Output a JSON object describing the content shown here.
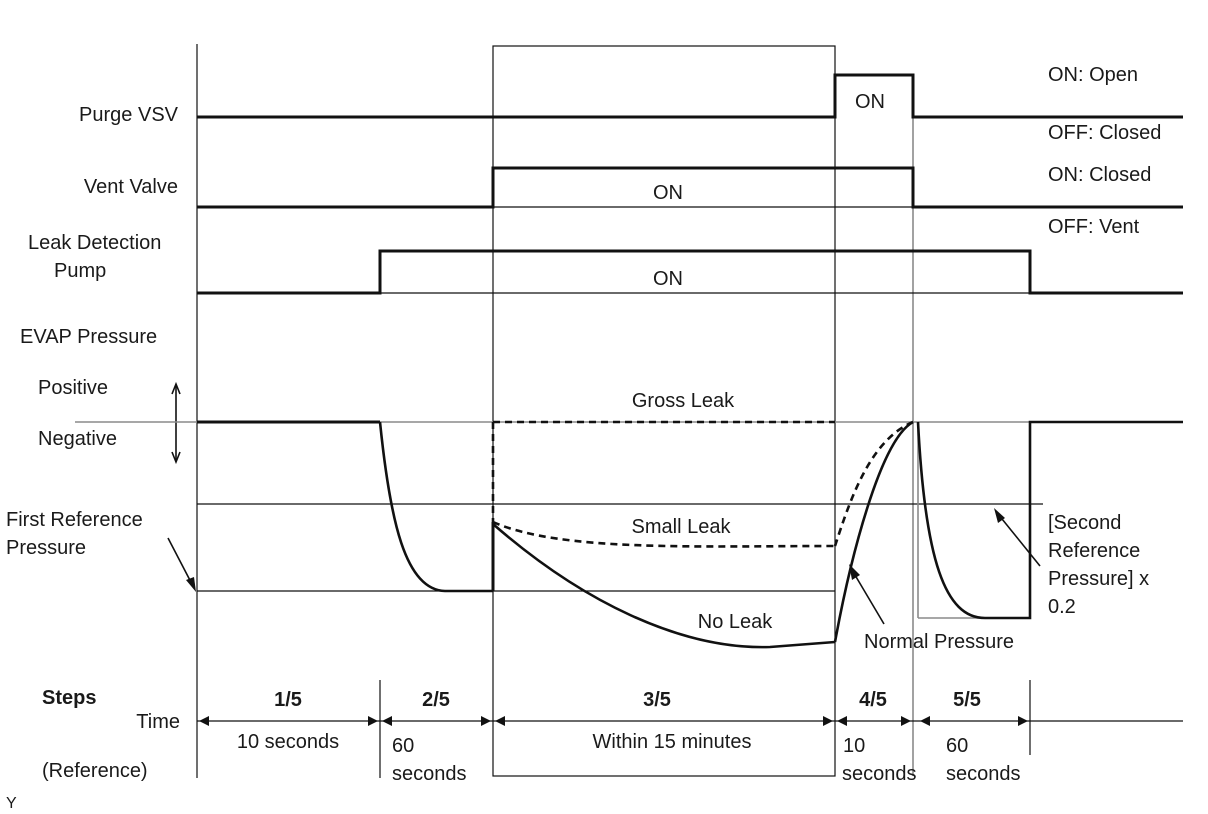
{
  "rows": {
    "purge_vsv": "Purge VSV",
    "vent_valve": "Vent Valve",
    "leak_pump_line1": "Leak Detection",
    "leak_pump_line2": "Pump",
    "evap_pressure": "EVAP Pressure",
    "positive": "Positive",
    "negative": "Negative",
    "first_ref_line1": "First Reference",
    "first_ref_line2": "Pressure"
  },
  "states": {
    "purge_on": "ON: Open",
    "purge_off": "OFF: Closed",
    "vent_on": "ON: Closed",
    "vent_off": "OFF: Vent"
  },
  "signals": {
    "purge_on_label": "ON",
    "vent_on_label": "ON",
    "pump_on_label": "ON"
  },
  "pressure_labels": {
    "gross_leak": "Gross Leak",
    "small_leak": "Small Leak",
    "no_leak": "No Leak",
    "normal_pressure": "Normal Pressure",
    "second_ref_line1": "[Second",
    "second_ref_line2": "Reference",
    "second_ref_line3": "Pressure] x",
    "second_ref_line4": "0.2"
  },
  "steps": {
    "header": "Steps",
    "time_label": "Time",
    "reference_label": "(Reference)",
    "items": [
      {
        "step": "1/5",
        "time": [
          "10 seconds"
        ]
      },
      {
        "step": "2/5",
        "time": [
          "60",
          "seconds"
        ]
      },
      {
        "step": "3/5",
        "time": [
          "Within 15 minutes"
        ]
      },
      {
        "step": "4/5",
        "time": [
          "10",
          "seconds"
        ]
      },
      {
        "step": "5/5",
        "time": [
          "60",
          "seconds"
        ]
      }
    ]
  },
  "footer_mark": "Y"
}
